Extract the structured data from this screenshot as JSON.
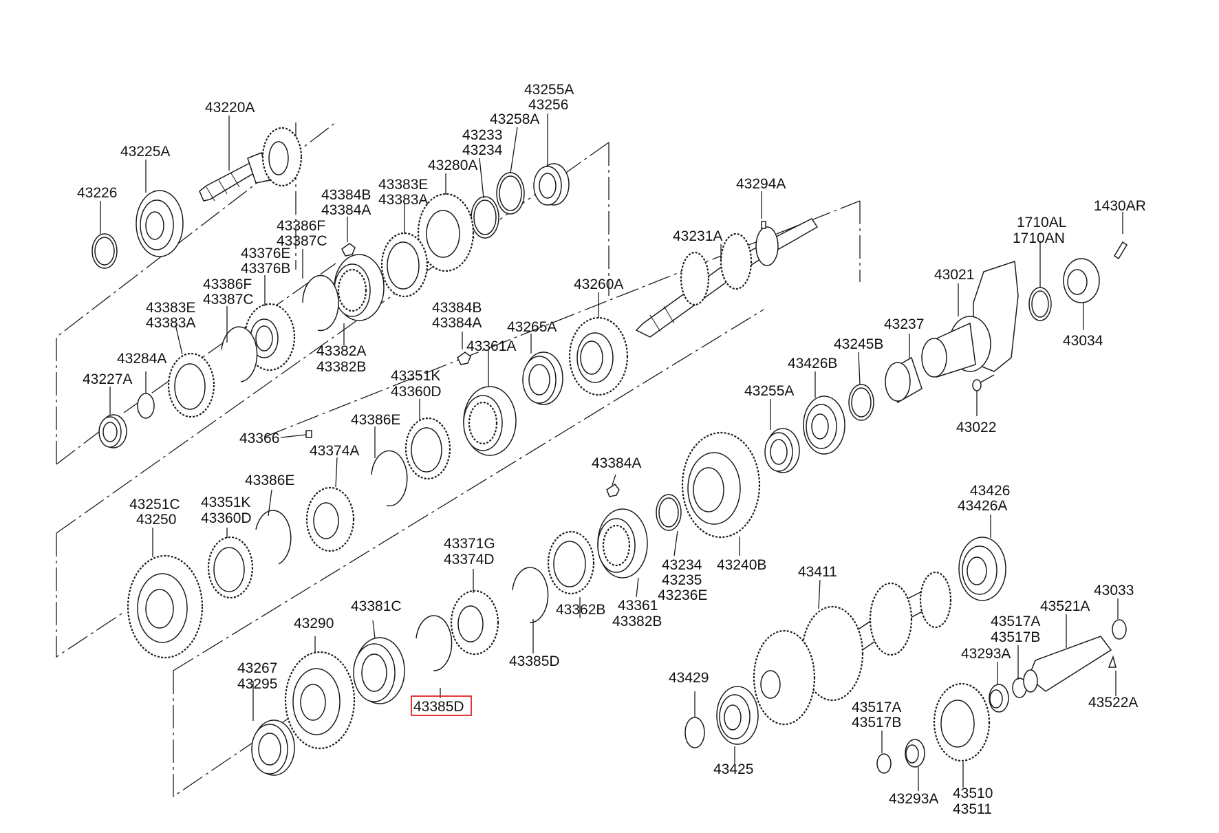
{
  "highlight_color": "#e02020",
  "labels": {
    "p43220A": "43220A",
    "p43225A": "43225A",
    "p43226": "43226",
    "p43255A_top": "43255A",
    "p43256": "43256",
    "p43258A": "43258A",
    "p43233": "43233",
    "p43234_top": "43234",
    "p43280A": "43280A",
    "p43383E_1": "43383E",
    "p43383A_1": "43383A",
    "p43384B_1": "43384B",
    "p43384A_1": "43384A",
    "p43386F_1": "43386F",
    "p43387C_1": "43387C",
    "p43376E": "43376E",
    "p43376B": "43376B",
    "p43386F_2": "43386F",
    "p43387C_2": "43387C",
    "p43383E_2": "43383E",
    "p43383A_2": "43383A",
    "p43284A": "43284A",
    "p43227A": "43227A",
    "p43382A": "43382A",
    "p43382B_1": "43382B",
    "p43294A": "43294A",
    "p43231A": "43231A",
    "p43260A": "43260A",
    "p43384B_2": "43384B",
    "p43384A_2": "43384A",
    "p43265A": "43265A",
    "p43361A": "43361A",
    "p43351K_1": "43351K",
    "p43360D_1": "43360D",
    "p43366": "43366",
    "p43386E_1": "43386E",
    "p43374A": "43374A",
    "p1710AL": "1710AL",
    "p1710AN": "1710AN",
    "p1430AR": "1430AR",
    "p43021": "43021",
    "p43034": "43034",
    "p43237": "43237",
    "p43245B": "43245B",
    "p43426B": "43426B",
    "p43255A_mid": "43255A",
    "p43022": "43022",
    "p43386E_2": "43386E",
    "p43251C": "43251C",
    "p43250": "43250",
    "p43351K_2": "43351K",
    "p43360D_2": "43360D",
    "p43384A_3": "43384A",
    "p43371G": "43371G",
    "p43374D": "43374D",
    "p43234_mid": "43234",
    "p43235": "43235",
    "p43236E": "43236E",
    "p43240B": "43240B",
    "p43426": "43426",
    "p43426A": "43426A",
    "p43361": "43361",
    "p43382B_2": "43382B",
    "p43362B": "43362B",
    "p43385D_1": "43385D",
    "p43381C": "43381C",
    "p43290": "43290",
    "p43267": "43267",
    "p43295": "43295",
    "p43385D_sel": "43385D",
    "p43411": "43411",
    "p43033": "43033",
    "p43521A": "43521A",
    "p43517A_1": "43517A",
    "p43517B_1": "43517B",
    "p43293A_1": "43293A",
    "p43429": "43429",
    "p43425": "43425",
    "p43517A_2": "43517A",
    "p43517B_2": "43517B",
    "p43293A_2": "43293A",
    "p43510": "43510",
    "p43511": "43511",
    "p43522A": "43522A"
  }
}
